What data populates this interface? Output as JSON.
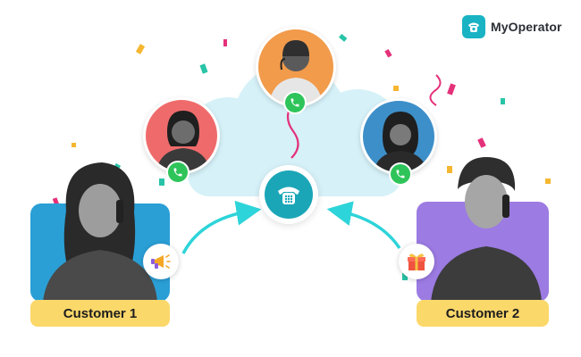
{
  "brand": {
    "name": "MyOperator",
    "icon": "phone-icon",
    "color": "#1ab3c4"
  },
  "network": {
    "cloud_color": "#d6f1f8",
    "connector_color": "#2dd4d9",
    "center_icon": "rotary-phone-icon",
    "center_color": "#1aa6b7"
  },
  "agents": [
    {
      "position": "top",
      "bg_color": "#f19b4b",
      "badge_icon": "phone-call-icon"
    },
    {
      "position": "left",
      "bg_color": "#ef6b6b",
      "badge_icon": "phone-call-icon"
    },
    {
      "position": "right",
      "bg_color": "#3d8fc9",
      "badge_icon": "phone-call-icon"
    }
  ],
  "customers": [
    {
      "label": "Customer 1",
      "bg_color": "#2a9fd6",
      "badge_icon": "megaphone-icon"
    },
    {
      "label": "Customer 2",
      "bg_color": "#9c7be3",
      "badge_icon": "gift-icon"
    }
  ],
  "label_color": "#fbd86a"
}
